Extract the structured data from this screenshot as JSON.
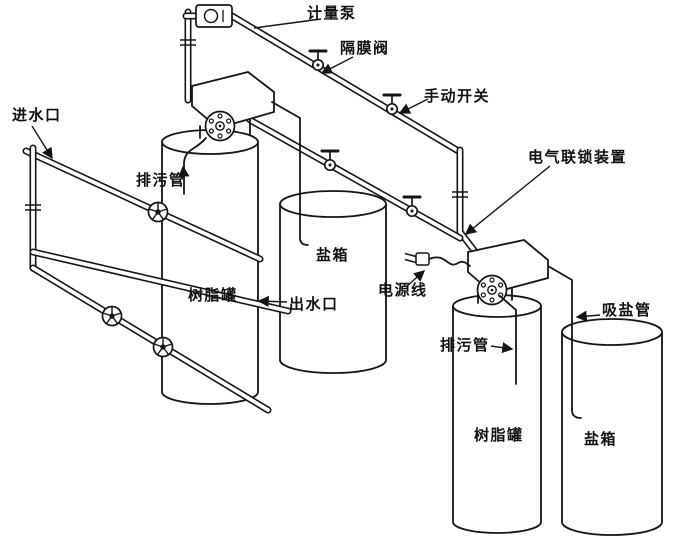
{
  "diagram": {
    "colors": {
      "line": "#151515",
      "background": "#ffffff"
    },
    "labels": {
      "metering_pump": "计量泵",
      "diaphragm_valve": "隔膜阀",
      "manual_switch": "手动开关",
      "water_inlet": "进水口",
      "drain_pipe_left": "排污管",
      "electrical_interlock": "电气联锁装置",
      "salt_tank_middle": "盐箱",
      "resin_tank_left": "树脂罐",
      "water_outlet": "出水口",
      "power_cord": "电源线",
      "salt_suction_pipe": "吸盐管",
      "drain_pipe_right": "排污管",
      "resin_tank_right": "树脂罐",
      "salt_tank_right": "盐箱"
    }
  }
}
